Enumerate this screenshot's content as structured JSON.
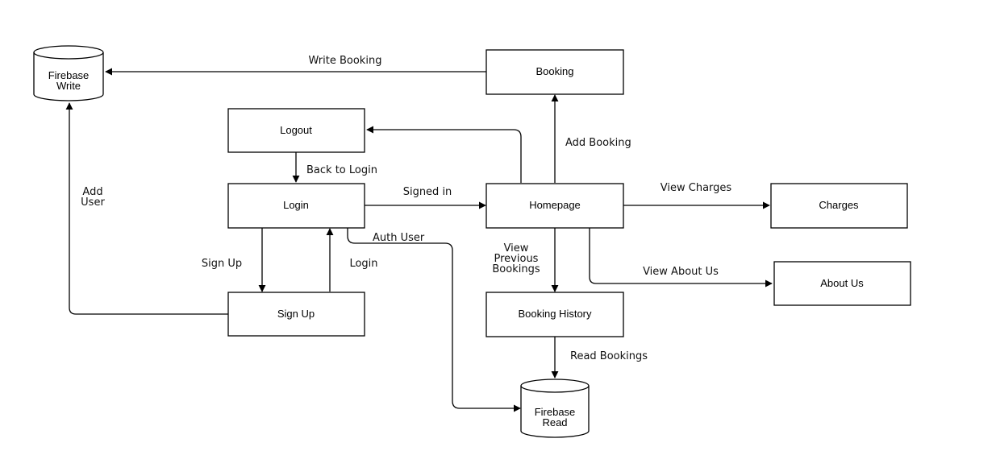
{
  "nodes": {
    "firebase_write": [
      "Firebase",
      "Write"
    ],
    "firebase_read": [
      "Firebase",
      "Read"
    ],
    "booking": "Booking",
    "logout": "Logout",
    "login": "Login",
    "homepage": "Homepage",
    "charges": "Charges",
    "about_us": "About Us",
    "sign_up": "Sign Up",
    "booking_history": "Booking History"
  },
  "edges": {
    "write_booking": "Write Booking",
    "add_booking": "Add Booking",
    "back_to_login": "Back to Login",
    "signed_in": "Signed in",
    "view_charges": "View Charges",
    "add_user": [
      "Add",
      "User"
    ],
    "auth_user": "Auth User",
    "sign_up": "Sign Up",
    "login": "Login",
    "view_previous_bookings": [
      "View",
      "Previous",
      "Bookings"
    ],
    "view_about_us": "View About Us",
    "read_bookings": "Read Bookings"
  }
}
